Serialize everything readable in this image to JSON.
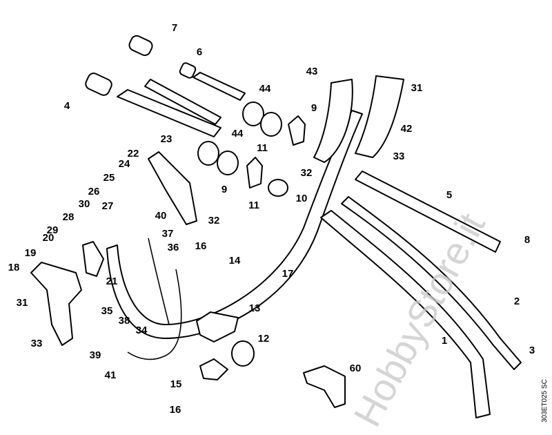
{
  "diagram": {
    "callouts": [
      "7",
      "6",
      "4",
      "44",
      "44",
      "9",
      "43",
      "31",
      "42",
      "33",
      "23",
      "22",
      "24",
      "25",
      "26",
      "27",
      "30",
      "28",
      "29",
      "40",
      "37",
      "36",
      "20",
      "19",
      "18",
      "21",
      "16",
      "14",
      "17",
      "11",
      "32",
      "10",
      "9",
      "11",
      "32",
      "5",
      "8",
      "2",
      "3",
      "1",
      "13",
      "12",
      "35",
      "38",
      "34",
      "39",
      "41",
      "15",
      "16",
      "60",
      "31",
      "33"
    ],
    "watermark": "HobbyStore.it",
    "drawing_code": "303ET025 SC"
  }
}
